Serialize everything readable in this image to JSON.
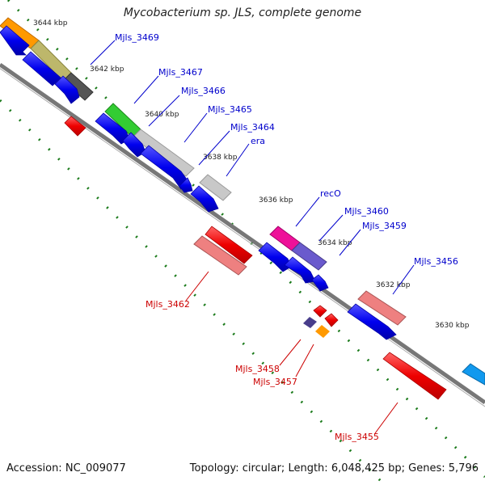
{
  "title": "Mycobacterium sp. JLS, complete genome",
  "footer": {
    "accession_label": "Accession:",
    "accession": "NC_009077",
    "topology_label": "Topology:",
    "topology": "circular",
    "length_label": "Length:",
    "length": "6,048,425 bp",
    "genes_label": "Genes:",
    "genes": "5,796"
  },
  "colors": {
    "label_forward": "#0000cc",
    "label_reverse": "#cc0000",
    "tick_green": "#1a7a1a",
    "backbone": "#7a7a7a",
    "cds_blue": "#0000ee",
    "cds_red": "#ee0000"
  },
  "scale": {
    "unit": "kbp",
    "ticks": [
      "3644 kbp",
      "3642 kbp",
      "3640 kbp",
      "3638 kbp",
      "3636 kbp",
      "3634 kbp",
      "3632 kbp",
      "3630 kbp"
    ]
  },
  "gene_labels": {
    "forward": [
      "Mjls_3469",
      "Mjls_3467",
      "Mjls_3466",
      "Mjls_3465",
      "Mjls_3464",
      "era",
      "recO",
      "Mjls_3460",
      "Mjls_3459",
      "Mjls_3456"
    ],
    "reverse": [
      "Mjls_3462",
      "Mjls_3458",
      "Mjls_3457",
      "Mjls_3455"
    ]
  }
}
